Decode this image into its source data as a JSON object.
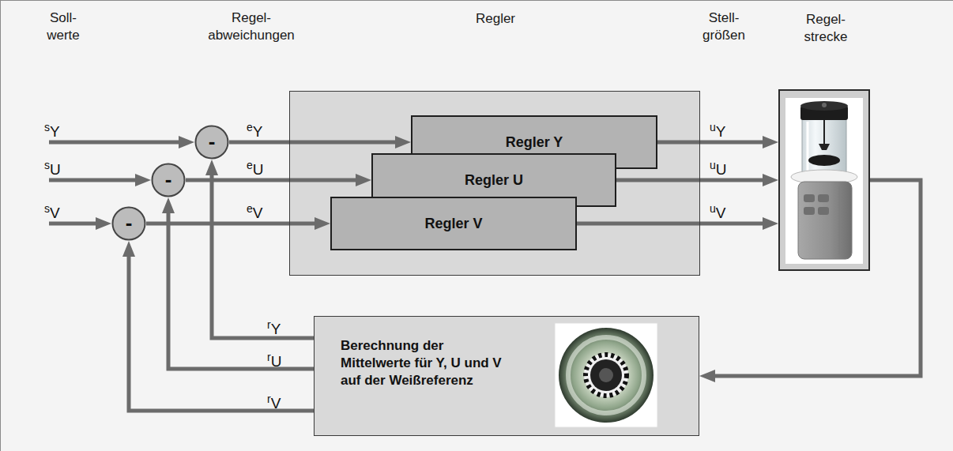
{
  "diagram": {
    "nodes": [
      {
        "text": [
          "-"
        ]
      },
      {
        "text": [
          "-"
        ]
      },
      {
        "text": [
          "-"
        ]
      },
      {
        "text": [
          "Regler"
        ]
      },
      {
        "text": [
          "Regler Y"
        ],
        "in": 3
      },
      {
        "text": [
          "Regler U"
        ],
        "in": 3
      },
      {
        "text": [
          "Regler V"
        ],
        "in": 3
      },
      {
        "text": [
          "Regel- strecke"
        ]
      },
      {
        "text": [
          "Berechnung der Mittelwerte für Y, U und V auf der Weißreferenz"
        ]
      }
    ],
    "edges": [
      {
        "from": 0,
        "to": 4,
        "label": "eY",
        "arrow": "to"
      },
      {
        "from": 1,
        "to": 5,
        "label": "eU",
        "arrow": "to"
      },
      {
        "from": 2,
        "to": 6,
        "label": "eV",
        "arrow": "to"
      },
      {
        "from": 4,
        "to": 7,
        "label": "uY",
        "arrow": "to"
      },
      {
        "from": 5,
        "to": 7,
        "label": "uU",
        "arrow": "to"
      },
      {
        "from": 6,
        "to": 7,
        "label": "uV",
        "arrow": "to"
      },
      {
        "from": 7,
        "to": 8,
        "arrow": "to"
      },
      {
        "from": 8,
        "to": 0,
        "label": "rY",
        "arrow": "to"
      },
      {
        "from": 8,
        "to": 1,
        "label": "rU",
        "arrow": "to"
      },
      {
        "from": 8,
        "to": 2,
        "label": "rV",
        "arrow": "to"
      }
    ],
    "labels": [
      "Soll- werte",
      "Regel- abweichungen",
      "Stell- größen",
      "sY",
      "sU",
      "sV"
    ]
  }
}
